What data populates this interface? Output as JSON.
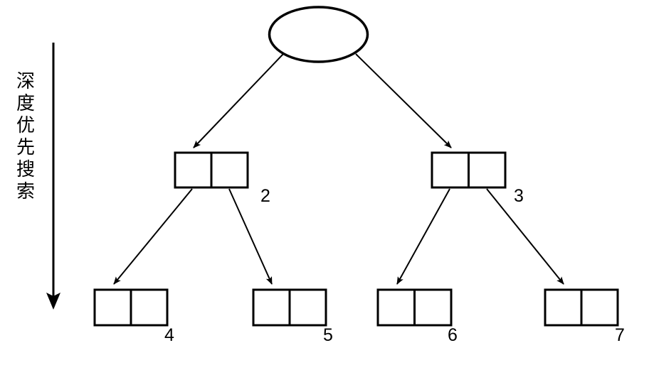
{
  "diagram": {
    "title": "",
    "background_color": "#ffffff",
    "stroke_color": "#000000",
    "axis": {
      "caption": "深\n度\n优\n先\n搜\n索",
      "caption_plain": "深度优先搜索",
      "direction": "down",
      "icon": "down-arrow-icon"
    },
    "root": {
      "shape": "ellipse",
      "label": ""
    },
    "nodes": [
      {
        "id": "node-2",
        "label": "2",
        "cells": 2,
        "level": 2
      },
      {
        "id": "node-3",
        "label": "3",
        "cells": 2,
        "level": 2
      },
      {
        "id": "node-4",
        "label": "4",
        "cells": 2,
        "level": 3
      },
      {
        "id": "node-5",
        "label": "5",
        "cells": 2,
        "level": 3
      },
      {
        "id": "node-6",
        "label": "6",
        "cells": 2,
        "level": 3
      },
      {
        "id": "node-7",
        "label": "7",
        "cells": 2,
        "level": 3
      }
    ],
    "edges": [
      {
        "from": "root",
        "to": "node-2",
        "arrow": true
      },
      {
        "from": "root",
        "to": "node-3",
        "arrow": true
      },
      {
        "from": "node-2",
        "to": "node-4",
        "arrow": true
      },
      {
        "from": "node-2",
        "to": "node-5",
        "arrow": true
      },
      {
        "from": "node-3",
        "to": "node-6",
        "arrow": true
      },
      {
        "from": "node-3",
        "to": "node-7",
        "arrow": true
      }
    ]
  }
}
